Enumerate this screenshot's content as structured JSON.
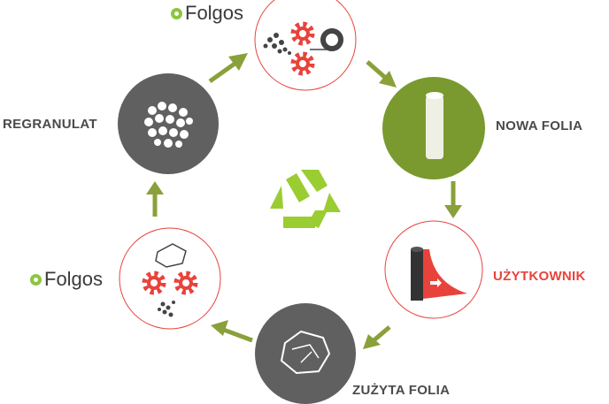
{
  "labels": {
    "nowa": "NOWA FOLIA",
    "uzytkownik": "UŻYTKOWNIK",
    "zuzyta": "ZUŻYTA FOLIA",
    "regranulat": "REGRANULAT"
  },
  "logos": {
    "top": "Folgos",
    "left": "Folgos"
  },
  "colors": {
    "green": "#7a9a2f",
    "gray": "#606060",
    "red": "#e8433b",
    "arrow": "#8aa03a",
    "recycle": "#9acd32"
  }
}
